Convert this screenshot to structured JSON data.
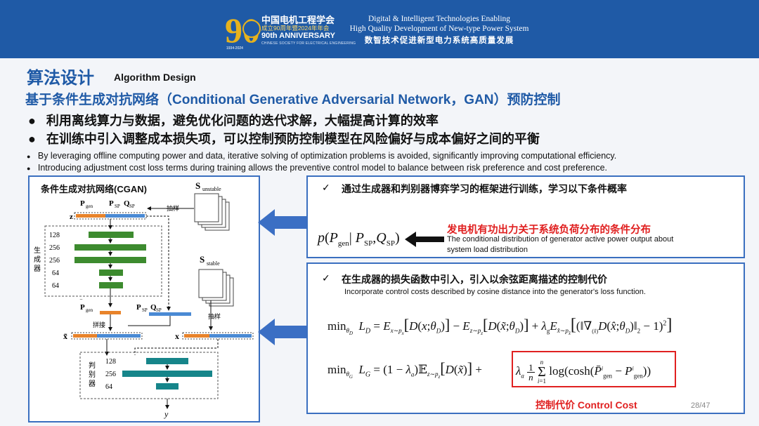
{
  "header": {
    "org_cn": "中国电机工程学会",
    "org_sub": "成立90周年暨2024年年会",
    "anniversary": "90th ANNIVERSARY",
    "society_en": "CHINESE SOCIETY FOR ELECTRICAL ENGINEERING",
    "logo_number": "90",
    "logo_years": "1934-2024",
    "tagline_en_1": "Digital & Intelligent Technologies Enabling",
    "tagline_en_2": "High Quality Development of New-type Power System",
    "tagline_cn": "数智技术促进新型电力系统高质量发展"
  },
  "slide": {
    "title_cn": "算法设计",
    "title_en": "Algorithm Design",
    "subtitle": "基于条件生成对抗网络（Conditional Generative Adversarial Network，GAN）预防控制",
    "bullets_cn": [
      "利用离线算力与数据，避免优化问题的迭代求解，大幅提高计算的效率",
      "在训练中引入调整成本损失项，可以控制预防控制模型在风险偏好与成本偏好之间的平衡"
    ],
    "bullets_en": [
      "By leveraging offline computing power and data, iterative solving of optimization problems is avoided, significantly improving computational efficiency.",
      "Introducing adjustment cost loss terms during training allows the preventive control model to balance between risk preference and cost preference."
    ],
    "bullet_symbol": "●",
    "page_number": "28/47"
  },
  "diagram": {
    "title": "条件生成对抗网络(CGAN)",
    "s_unstable": "S",
    "s_unstable_sub": "unstable",
    "s_stable": "S",
    "s_stable_sub": "stable",
    "sample": "抽样",
    "p_gen": "P",
    "p_gen_sub": "gen",
    "p_sp_q_sp": "P",
    "p_sp_sub": "SP",
    "q_sp": "Q",
    "q_sp_sub": "SP",
    "z": "z",
    "generator": "生成器",
    "discriminator": "判别器",
    "concat": "拼接",
    "x_tilde": "x̃",
    "x": "x",
    "y": "y",
    "gen_layers": [
      "128",
      "256",
      "256",
      "64",
      "64"
    ],
    "disc_layers": [
      "128",
      "256",
      "64"
    ]
  },
  "panel_top": {
    "check": "✓",
    "heading": "通过生成器和判别器博弈学习的框架进行训练，学习以下条件概率",
    "formula": "p(P_gen | P_SP, Q_SP)",
    "red_label": "发电机有功出力关于系统负荷分布的条件分布",
    "desc_en_1": "The conditional distribution of generator active power output  about",
    "desc_en_2": "system load distribution"
  },
  "panel_bottom": {
    "check": "✓",
    "heading": "在生成器的损失函数中引入，引入以余弦距离描述的控制代价",
    "heading_en": "Incorporate control costs described by cosine distance into the generator's loss function.",
    "control_cost_label": "控制代价 Control Cost"
  },
  "colors": {
    "brand_blue": "#1f5aa6",
    "panel_border": "#3a6fc0",
    "arrow_blue": "#3b6fc4",
    "layer_green": "#3d8b2f",
    "layer_teal": "#16858a",
    "orange": "#e8832a",
    "bar_blue": "#4a8ad4",
    "red": "#e02020",
    "gold": "#e6b21e"
  }
}
